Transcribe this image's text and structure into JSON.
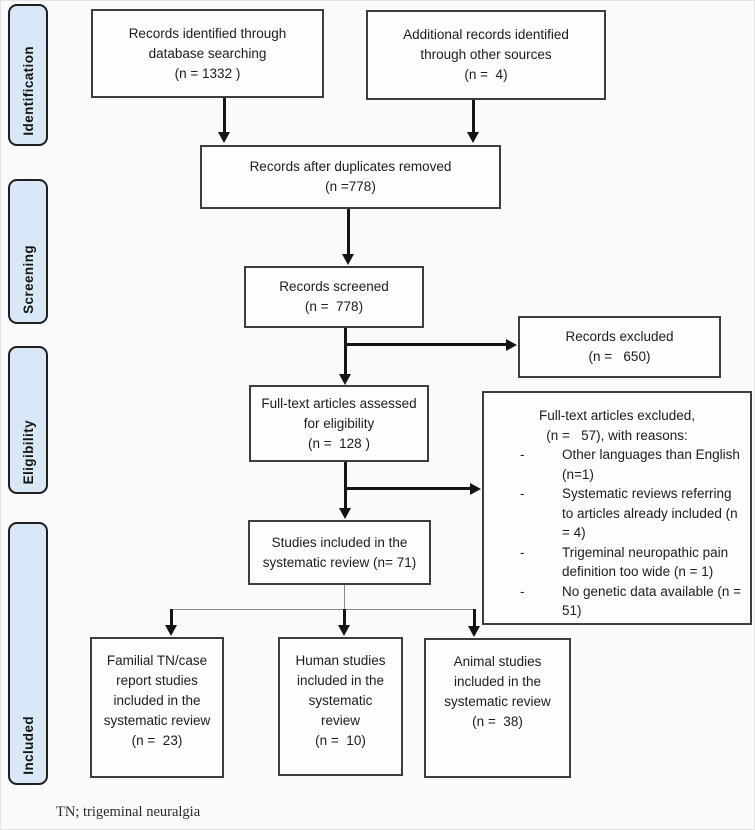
{
  "sidebar": {
    "stages": [
      {
        "label": "Identification"
      },
      {
        "label": "Screening"
      },
      {
        "label": "Eligibility"
      },
      {
        "label": "Included"
      }
    ],
    "chip_fill": "#d9e8f6"
  },
  "boxes": {
    "identified": {
      "lines": [
        "Records identified through",
        "database searching",
        "(n = 1332 )"
      ]
    },
    "additional": {
      "lines": [
        "Additional records identified",
        "through other sources",
        "(n =  4)"
      ]
    },
    "duplicates": {
      "lines": [
        "Records after duplicates removed",
        "(n =778)"
      ]
    },
    "screened": {
      "lines": [
        "Records screened",
        "(n =  778)"
      ]
    },
    "records_excluded": {
      "lines": [
        "Records excluded",
        "(n =   650)"
      ]
    },
    "fulltext": {
      "lines": [
        "Full-text articles assessed",
        "for eligibility",
        "(n =  128 )"
      ]
    },
    "fulltext_excluded": {
      "header_lines": [
        "Full-text articles excluded,",
        "(n =   57), with reasons:"
      ],
      "bullet_marker": "-",
      "reasons": [
        "Other languages than English (n=1)",
        "Systematic reviews referring to articles already included (n = 4)",
        "Trigeminal neuropathic pain definition too wide (n = 1)",
        "No genetic data available (n = 51)"
      ]
    },
    "studies_included": {
      "lines": [
        "Studies included in the",
        "systematic review (n= 71)"
      ]
    },
    "familial": {
      "lines": [
        "Familial TN/case",
        "report studies",
        "included in the",
        "systematic review",
        "(n =  23)"
      ]
    },
    "human": {
      "lines": [
        "Human studies",
        "included in the",
        "systematic",
        "review",
        "(n =  10)"
      ]
    },
    "animal": {
      "lines": [
        "Animal studies",
        "included in the",
        "systematic review",
        "(n =  38)"
      ]
    }
  },
  "footnote": "TN; trigeminal neuralgia",
  "colors": {
    "arrow": "#141414",
    "box_border": "#3d3d3d",
    "stage_fill": "#d9e8f6",
    "background": "#fafafa"
  }
}
